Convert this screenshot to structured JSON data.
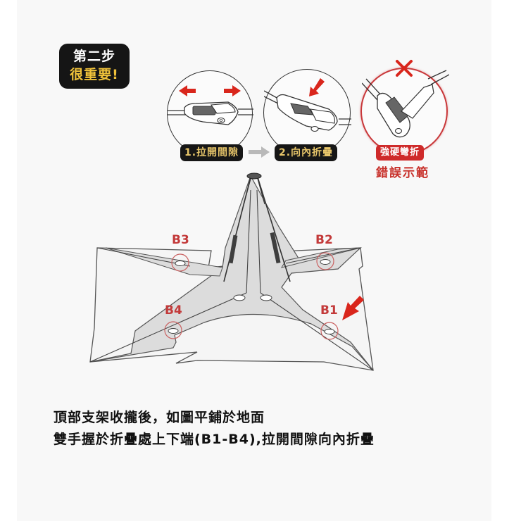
{
  "badge": {
    "line1": "第二步",
    "line2": "很重要!",
    "colors": {
      "background": "#151515",
      "line1": "#ffffff",
      "line2": "#f0c23a"
    }
  },
  "steps": [
    {
      "label": "1.拉開間隙",
      "icon": "pull-apart-arrows-icon"
    },
    {
      "label": "2.向內折疊",
      "icon": "fold-inward-arrow-icon"
    }
  ],
  "step_connector_icon": "gray-right-arrow-icon",
  "wrong_example": {
    "tag": "強硬彎折",
    "caption": "錯誤示範",
    "icon": "x-mark-icon",
    "color": "#cf2b2b"
  },
  "diagram": {
    "hinge_labels": [
      "B3",
      "B2",
      "B4",
      "B1"
    ],
    "highlight_arrow_target": "B1",
    "accent_color": "#c33a3a"
  },
  "instructions": {
    "line1": "頂部支架收攏後，如圖平鋪於地面",
    "line2": "雙手握於折疊處上下端(B1-B4),拉開間隙向內折疊"
  }
}
